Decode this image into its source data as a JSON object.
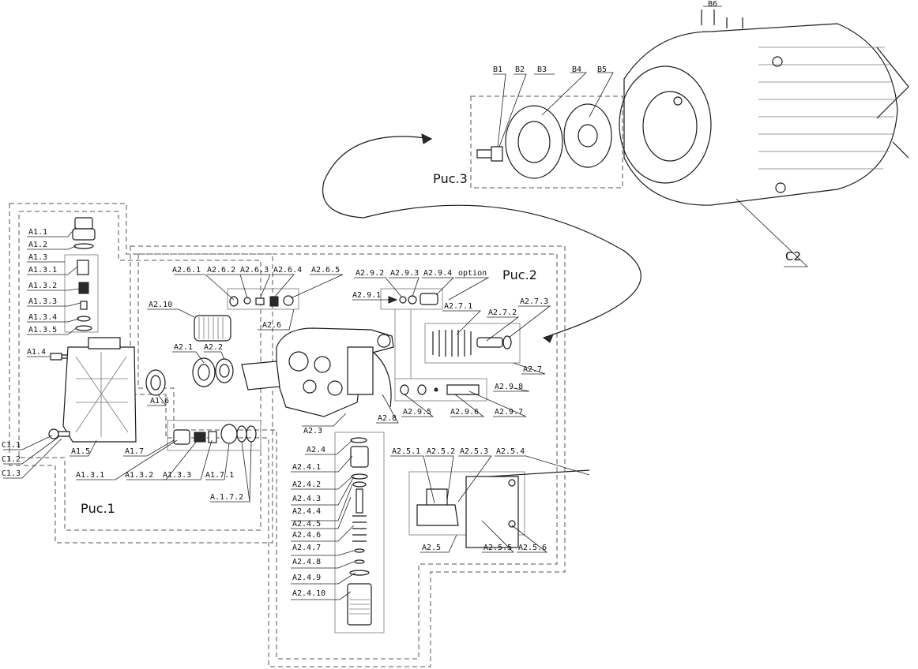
{
  "figures": {
    "fig1": "Рuc.1",
    "fig2": "Рuc.2",
    "fig3": "Рuc.3"
  },
  "labels": {
    "A1_1": "A1.1",
    "A1_2": "A1.2",
    "A1_3": "A1.3",
    "A1_3_1a": "A1.3.1",
    "A1_3_2a": "A1.3.2",
    "A1_3_3a": "A1.3.3",
    "A1_3_4": "A1.3.4",
    "A1_3_5": "A1.3.5",
    "A1_4": "A1.4",
    "A1_5": "A1.5",
    "A1_6": "A1.6",
    "A1_7": "A1.7",
    "A1_3_1b": "A1.3.1",
    "A1_3_2b": "A1.3.2",
    "A1_3_3b": "A1.3.3",
    "A1_7_1": "A1.7.1",
    "A1_7_2": "A.1.7.2",
    "C1_1": "C1.1",
    "C1_2": "C1.2",
    "C1_3": "C1.3",
    "A2_1": "A2.1",
    "A2_2": "A2.2",
    "A2_3": "A2.3",
    "A2_4": "A2.4",
    "A2_5": "A2.5",
    "A2_6": "A2.6",
    "A2_7": "A2.7",
    "A2_8": "A2.8",
    "A2_10": "A2.10",
    "A2_6_1": "A2.6.1",
    "A2_6_2": "A2.6.2",
    "A2_6_3": "A2.6.3",
    "A2_6_4": "A2.6.4",
    "A2_6_5": "A2.6.5",
    "A2_9_1": "A2.9.1",
    "A2_9_2": "A2.9.2",
    "A2_9_3": "A2.9.3",
    "A2_9_4": "A2.9.4",
    "option": "option",
    "A2_7_1": "A2.7.1",
    "A2_7_2": "A2.7.2",
    "A2_7_3": "A2.7.3",
    "A2_9_5": "A2.9.5",
    "A2_9_6": "A2.9.6",
    "A2_9_7": "A2.9.7",
    "A2_9_8": "A2.9.8",
    "A2_4_1": "A2.4.1",
    "A2_4_2": "A2.4.2",
    "A2_4_3": "A2.4.3",
    "A2_4_4": "A2.4.4",
    "A2_4_5": "A2.4.5",
    "A2_4_6": "A2.4.6",
    "A2_4_7": "A2.4.7",
    "A2_4_8": "A2.4.8",
    "A2_4_9": "A2.4.9",
    "A2_4_10": "A2.4.10",
    "A2_5_1": "A2.5.1",
    "A2_5_2": "A2.5.2",
    "A2_5_3": "A2.5.3",
    "A2_5_4": "A2.5.4",
    "A2_5_5": "A2.5.5",
    "A2_5_6": "A2.5.6",
    "B1": "B1",
    "B2": "B2",
    "B3": "B3",
    "B4": "B4",
    "B5": "B5",
    "B6": "B6",
    "C2": "C2"
  }
}
